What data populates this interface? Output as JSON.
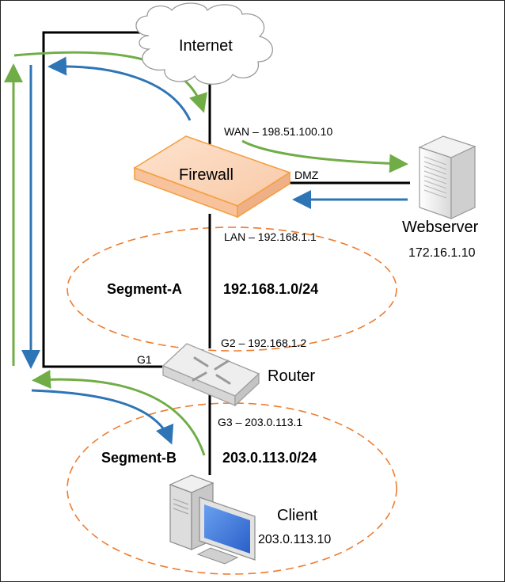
{
  "nodes": {
    "internet": {
      "label": "Internet"
    },
    "firewall": {
      "label": "Firewall"
    },
    "router": {
      "label": "Router"
    },
    "webserver": {
      "label": "Webserver",
      "ip": "172.16.1.10"
    },
    "client": {
      "label": "Client",
      "ip": "203.0.113.10"
    }
  },
  "interfaces": {
    "wan": "WAN – 198.51.100.10",
    "dmz": "DMZ",
    "lan": "LAN – 192.168.1.1",
    "g1": "G1",
    "g2": "G2 – 192.168.1.2",
    "g3": "G3 – 203.0.113.1"
  },
  "segments": {
    "a": {
      "name": "Segment-A",
      "network": "192.168.1.0/24"
    },
    "b": {
      "name": "Segment-B",
      "network": "203.0.113.0/24"
    }
  },
  "colors": {
    "green_flow": "#70ad47",
    "blue_flow": "#2e75b6",
    "segment_border": "#ed7d31",
    "firewall_fill": "#f8cbad",
    "firewall_stroke": "#f4a041",
    "link": "#000000"
  }
}
